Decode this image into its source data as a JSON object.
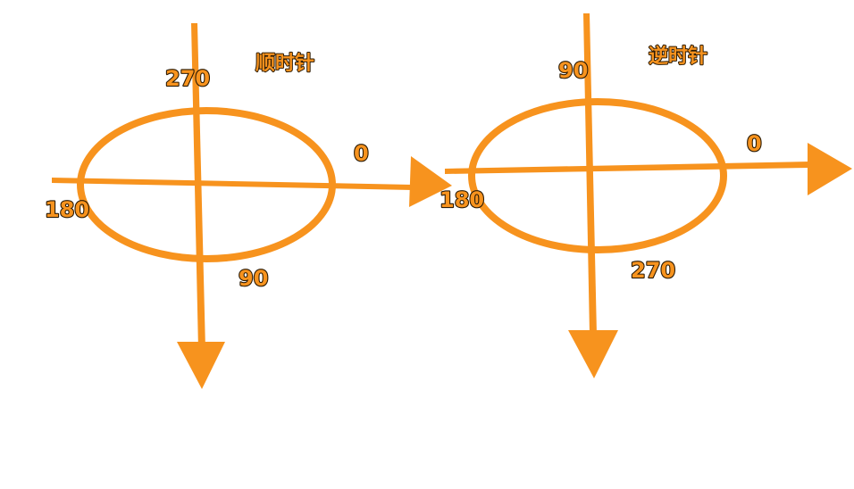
{
  "colors": {
    "accent": "#f7931e",
    "outline": "#2a1a05",
    "background": "#ffffff"
  },
  "diagrams": [
    {
      "caption": "顺时针",
      "labels": {
        "top": "270",
        "right": "0",
        "left": "180",
        "bottom": "90"
      }
    },
    {
      "caption": "逆时针",
      "labels": {
        "top": "90",
        "right": "0",
        "left": "180",
        "bottom": "270"
      }
    }
  ]
}
